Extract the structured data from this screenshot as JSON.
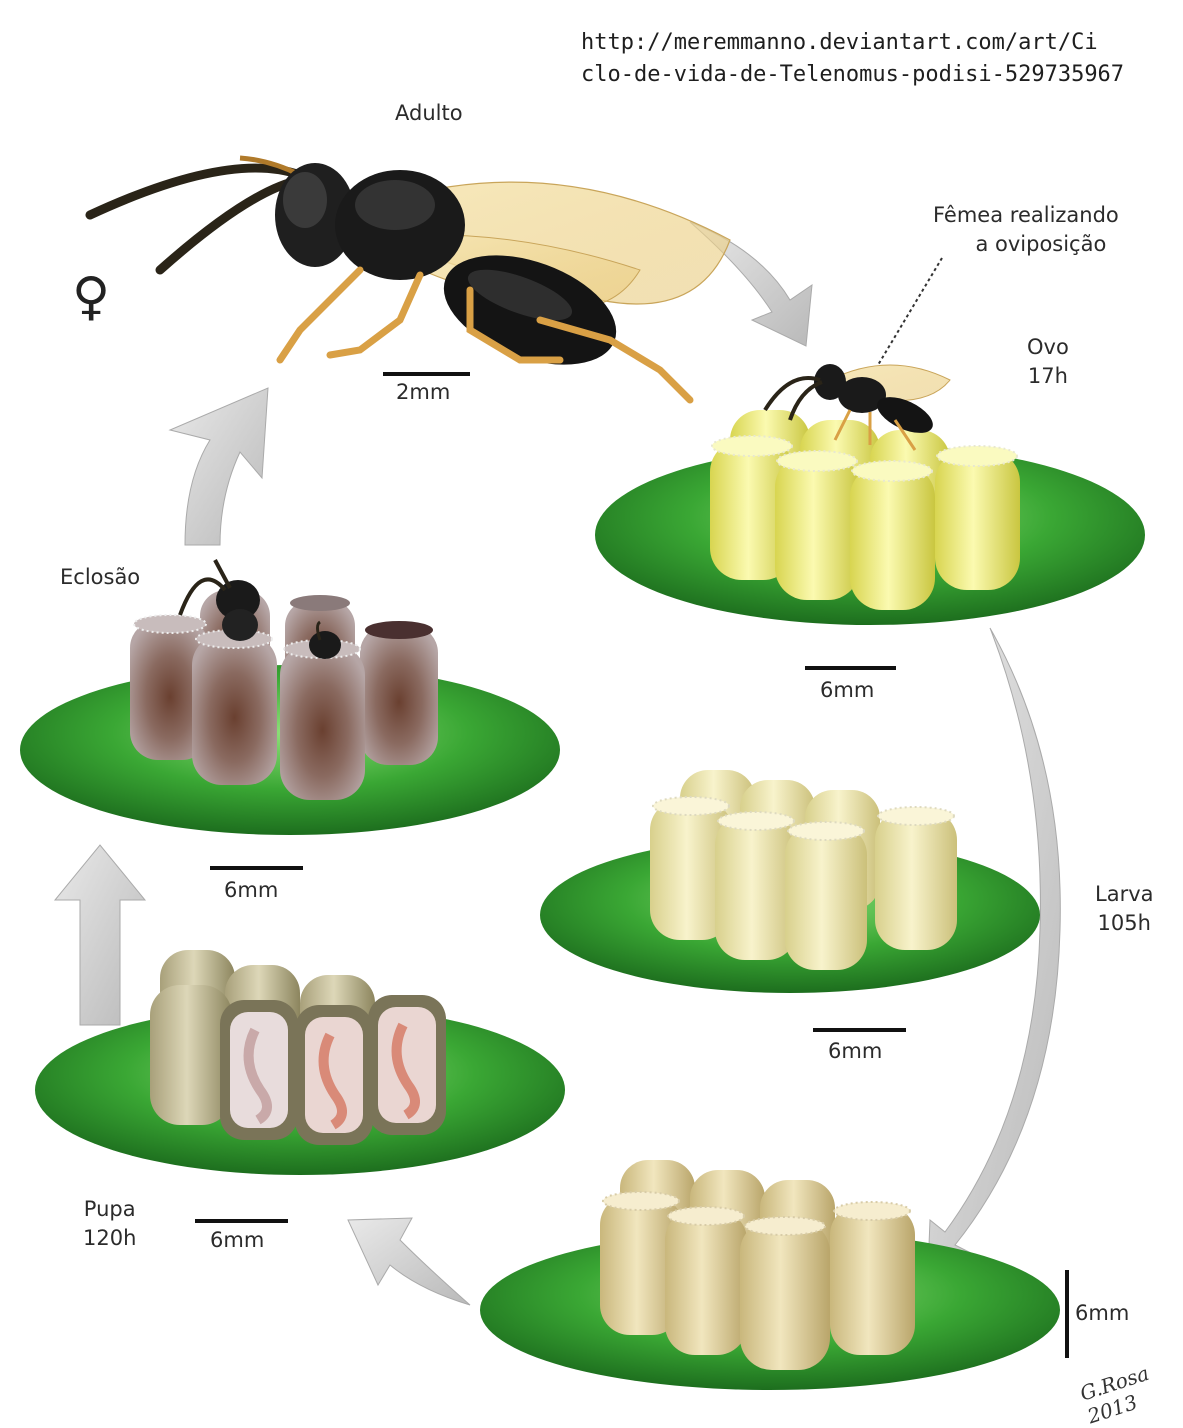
{
  "source_url": {
    "line1": "http://meremmanno.deviantart.com/art/Ci",
    "line2": "clo-de-vida-de-Telenomus-podisi-529735967"
  },
  "stages": {
    "adult": {
      "label": "Adulto",
      "scale": "2mm"
    },
    "oviposition": {
      "line1": "Fêmea realizando",
      "line2": "a oviposição"
    },
    "egg": {
      "label": "Ovo",
      "time": "17h",
      "scale": "6mm"
    },
    "larva": {
      "label": "Larva",
      "time": "105h",
      "scale": "6mm"
    },
    "larva_late": {
      "scale": "6mm"
    },
    "pupa": {
      "label": "Pupa",
      "time": "120h",
      "scale": "6mm"
    },
    "emergence": {
      "label": "Eclosão",
      "scale": "6mm"
    }
  },
  "female_symbol": "♀",
  "signature": "G.Rosa 2013",
  "colors": {
    "leaf": "#2f9a2c",
    "leaf_light": "#7fd468",
    "egg_fresh": "#f1f08a",
    "egg_larva": "#f0eab0",
    "egg_late": "#e8d9a0",
    "egg_dark": "#9a8888",
    "arrow": "#d3d3d3",
    "wasp": "#1c1c1c",
    "wing": "#f3dfa4"
  }
}
